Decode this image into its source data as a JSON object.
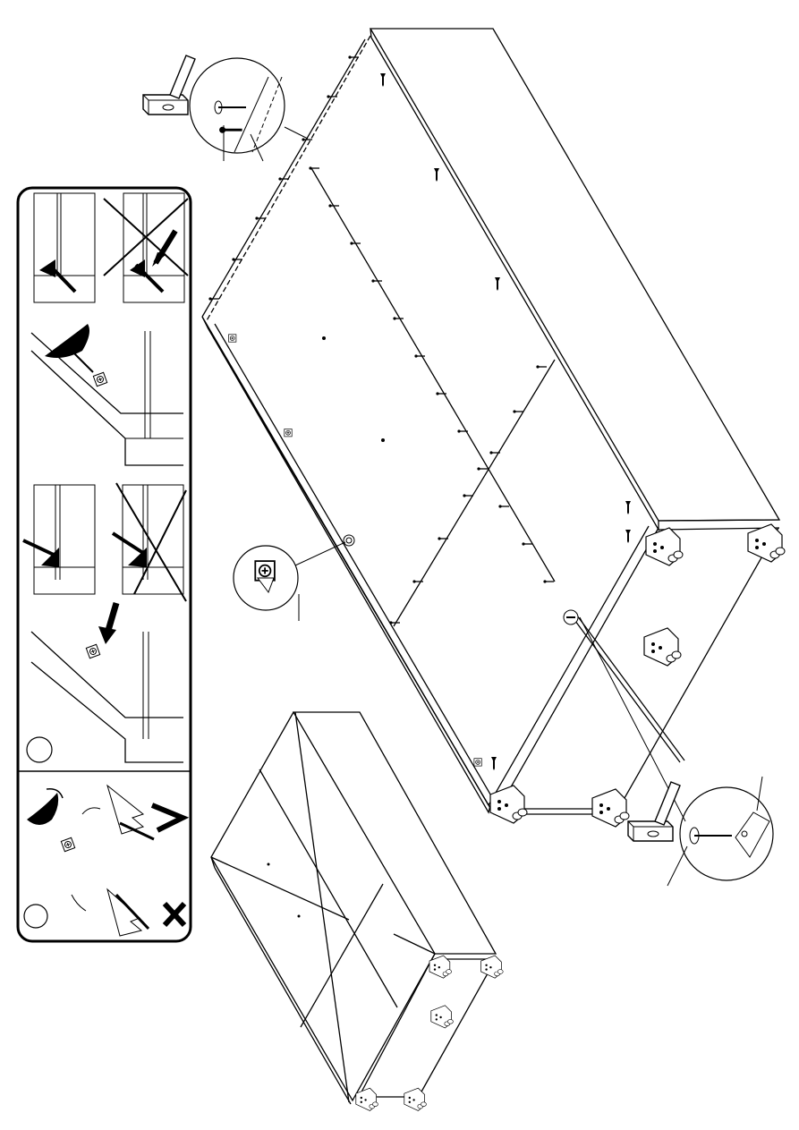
{
  "page": {
    "type": "assembly-instruction-sheet",
    "background": "#ffffff",
    "ink": "#000000"
  },
  "legend_panel": {
    "steps": [
      {
        "id": 1,
        "number_label": "",
        "icons": [
          "panel-sectional-icon",
          "screw-correct-icon",
          "screw-wrong-icon",
          "cam-lock-icon",
          "arrow-down-icon"
        ]
      },
      {
        "id": 2,
        "number_label": "",
        "icons": [
          "screwdriver-rotate-icon",
          "cam-lock-icon",
          "screw-correct-icon",
          "screw-wrong-icon",
          "check-mark-icon",
          "cross-mark-icon"
        ]
      }
    ]
  },
  "callouts": [
    {
      "id": "nail-detail-top",
      "icon": "nail-detail-icon"
    },
    {
      "id": "cam-detail",
      "icon": "cam-lock-icon"
    },
    {
      "id": "nail-detail-bottom",
      "icon": "nail-detail-icon"
    }
  ],
  "tools": [
    "hammer-icon",
    "hammer-icon"
  ]
}
